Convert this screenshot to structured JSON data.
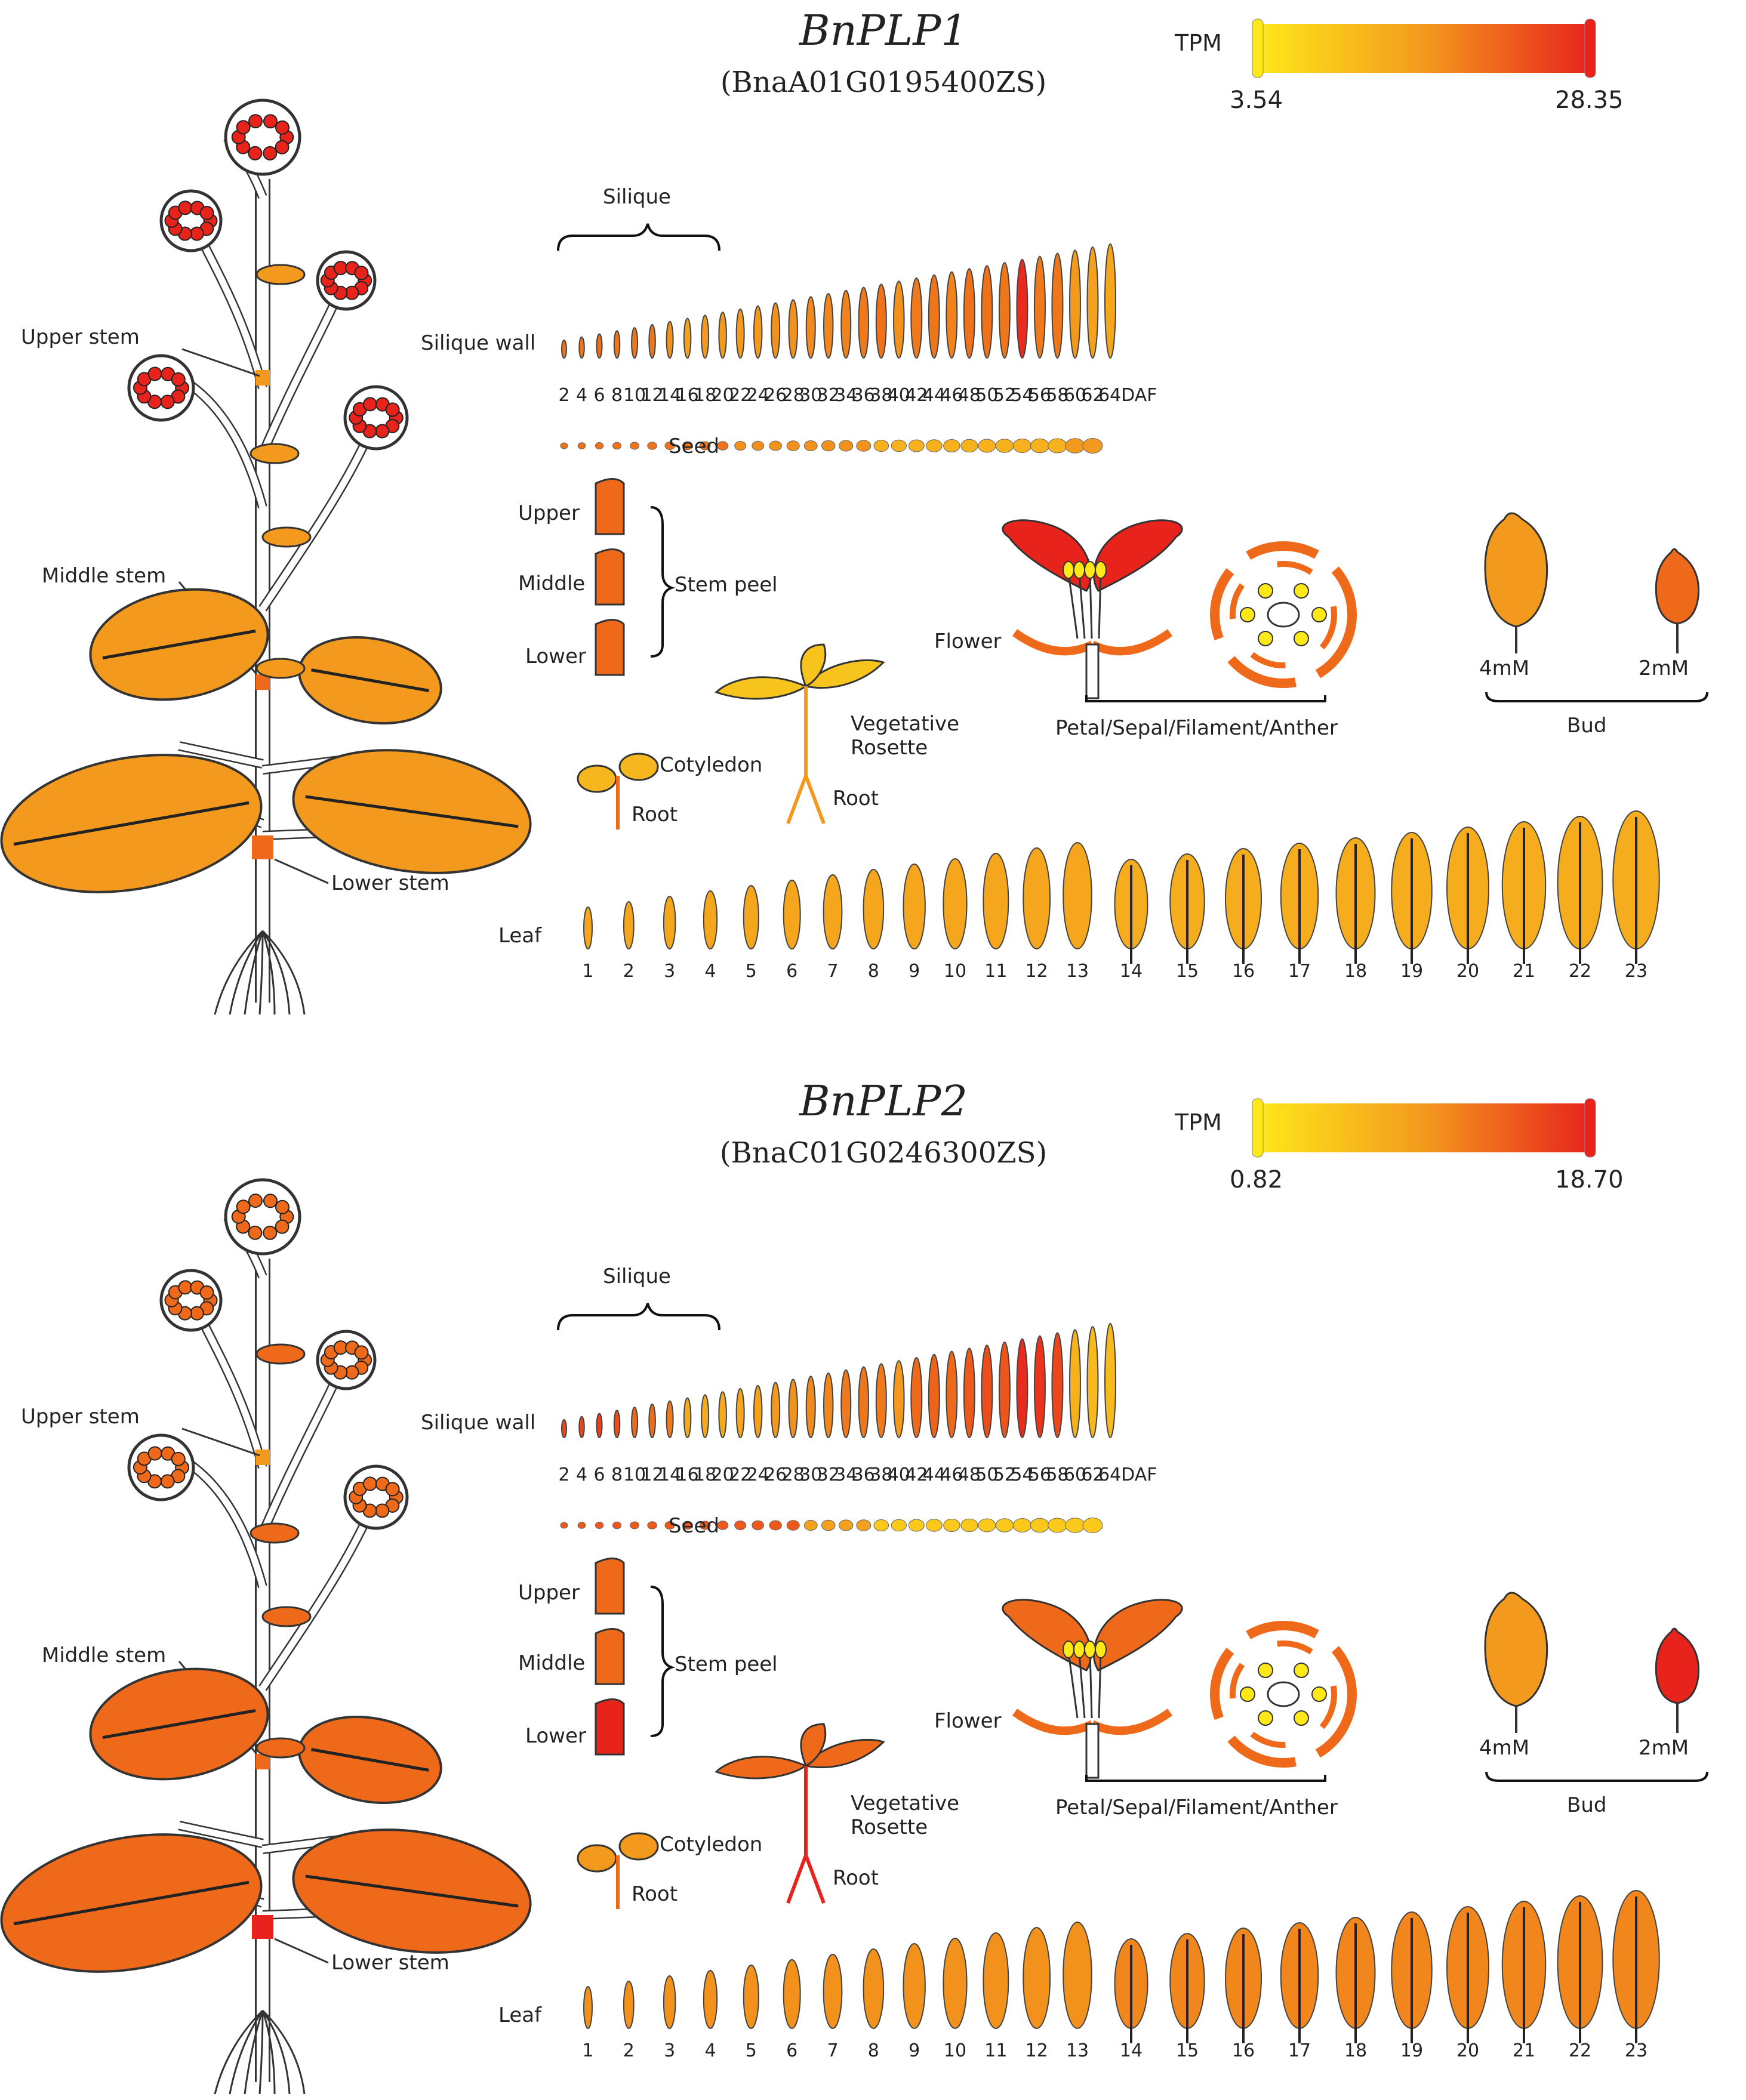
{
  "panels": [
    {
      "gene": "BnPLP1",
      "gene_id": "(BnaA01G0195400ZS)",
      "tpm_label": "TPM",
      "tpm_min": "3.54",
      "tpm_max": "28.35",
      "daf_ticks": [
        "2",
        "4",
        "6",
        "8",
        "10",
        "12",
        "14",
        "16",
        "18",
        "20",
        "22",
        "24",
        "26",
        "28",
        "30",
        "32",
        "34",
        "36",
        "38",
        "40",
        "42",
        "44",
        "46",
        "48",
        "50",
        "52",
        "54",
        "56",
        "58",
        "60",
        "62",
        "64DAF"
      ],
      "leaf_ticks": [
        "1",
        "2",
        "3",
        "4",
        "5",
        "6",
        "7",
        "8",
        "9",
        "10",
        "11",
        "12",
        "13",
        "14",
        "15",
        "16",
        "17",
        "18",
        "19",
        "20",
        "21",
        "22",
        "23"
      ]
    },
    {
      "gene": "BnPLP2",
      "gene_id": "(BnaC01G0246300ZS)",
      "tpm_label": "TPM",
      "tpm_min": "0.82",
      "tpm_max": "18.70",
      "daf_ticks": [
        "2",
        "4",
        "6",
        "8",
        "10",
        "12",
        "14",
        "16",
        "18",
        "20",
        "22",
        "24",
        "26",
        "28",
        "30",
        "32",
        "34",
        "36",
        "38",
        "40",
        "42",
        "44",
        "46",
        "48",
        "50",
        "52",
        "54",
        "56",
        "58",
        "60",
        "62",
        "64DAF"
      ],
      "leaf_ticks": [
        "1",
        "2",
        "3",
        "4",
        "5",
        "6",
        "7",
        "8",
        "9",
        "10",
        "11",
        "12",
        "13",
        "14",
        "15",
        "16",
        "17",
        "18",
        "19",
        "20",
        "21",
        "22",
        "23"
      ]
    }
  ],
  "labels": {
    "upper_stem": "Upper stem",
    "middle_stem": "Middle stem",
    "lower_stem": "Lower stem",
    "silique": "Silique",
    "silique_wall": "Silique wall",
    "seed": "Seed",
    "upper": "Upper",
    "middle": "Middle",
    "lower": "Lower",
    "stem_peel": "Stem peel",
    "flower": "Flower",
    "petal_group": "Petal/Sepal/Filament/Anther",
    "bud_4": "4mM",
    "bud_2": "2mM",
    "bud": "Bud",
    "cotyledon": "Cotyledon",
    "root": "Root",
    "vegetative_rosette": "Vegetative\nRosette",
    "leaf": "Leaf"
  },
  "colors": {
    "yellow": "#ffe81a",
    "orange": "#f39a1e",
    "dark_orange": "#ee6a1a",
    "red": "#e8231c"
  }
}
